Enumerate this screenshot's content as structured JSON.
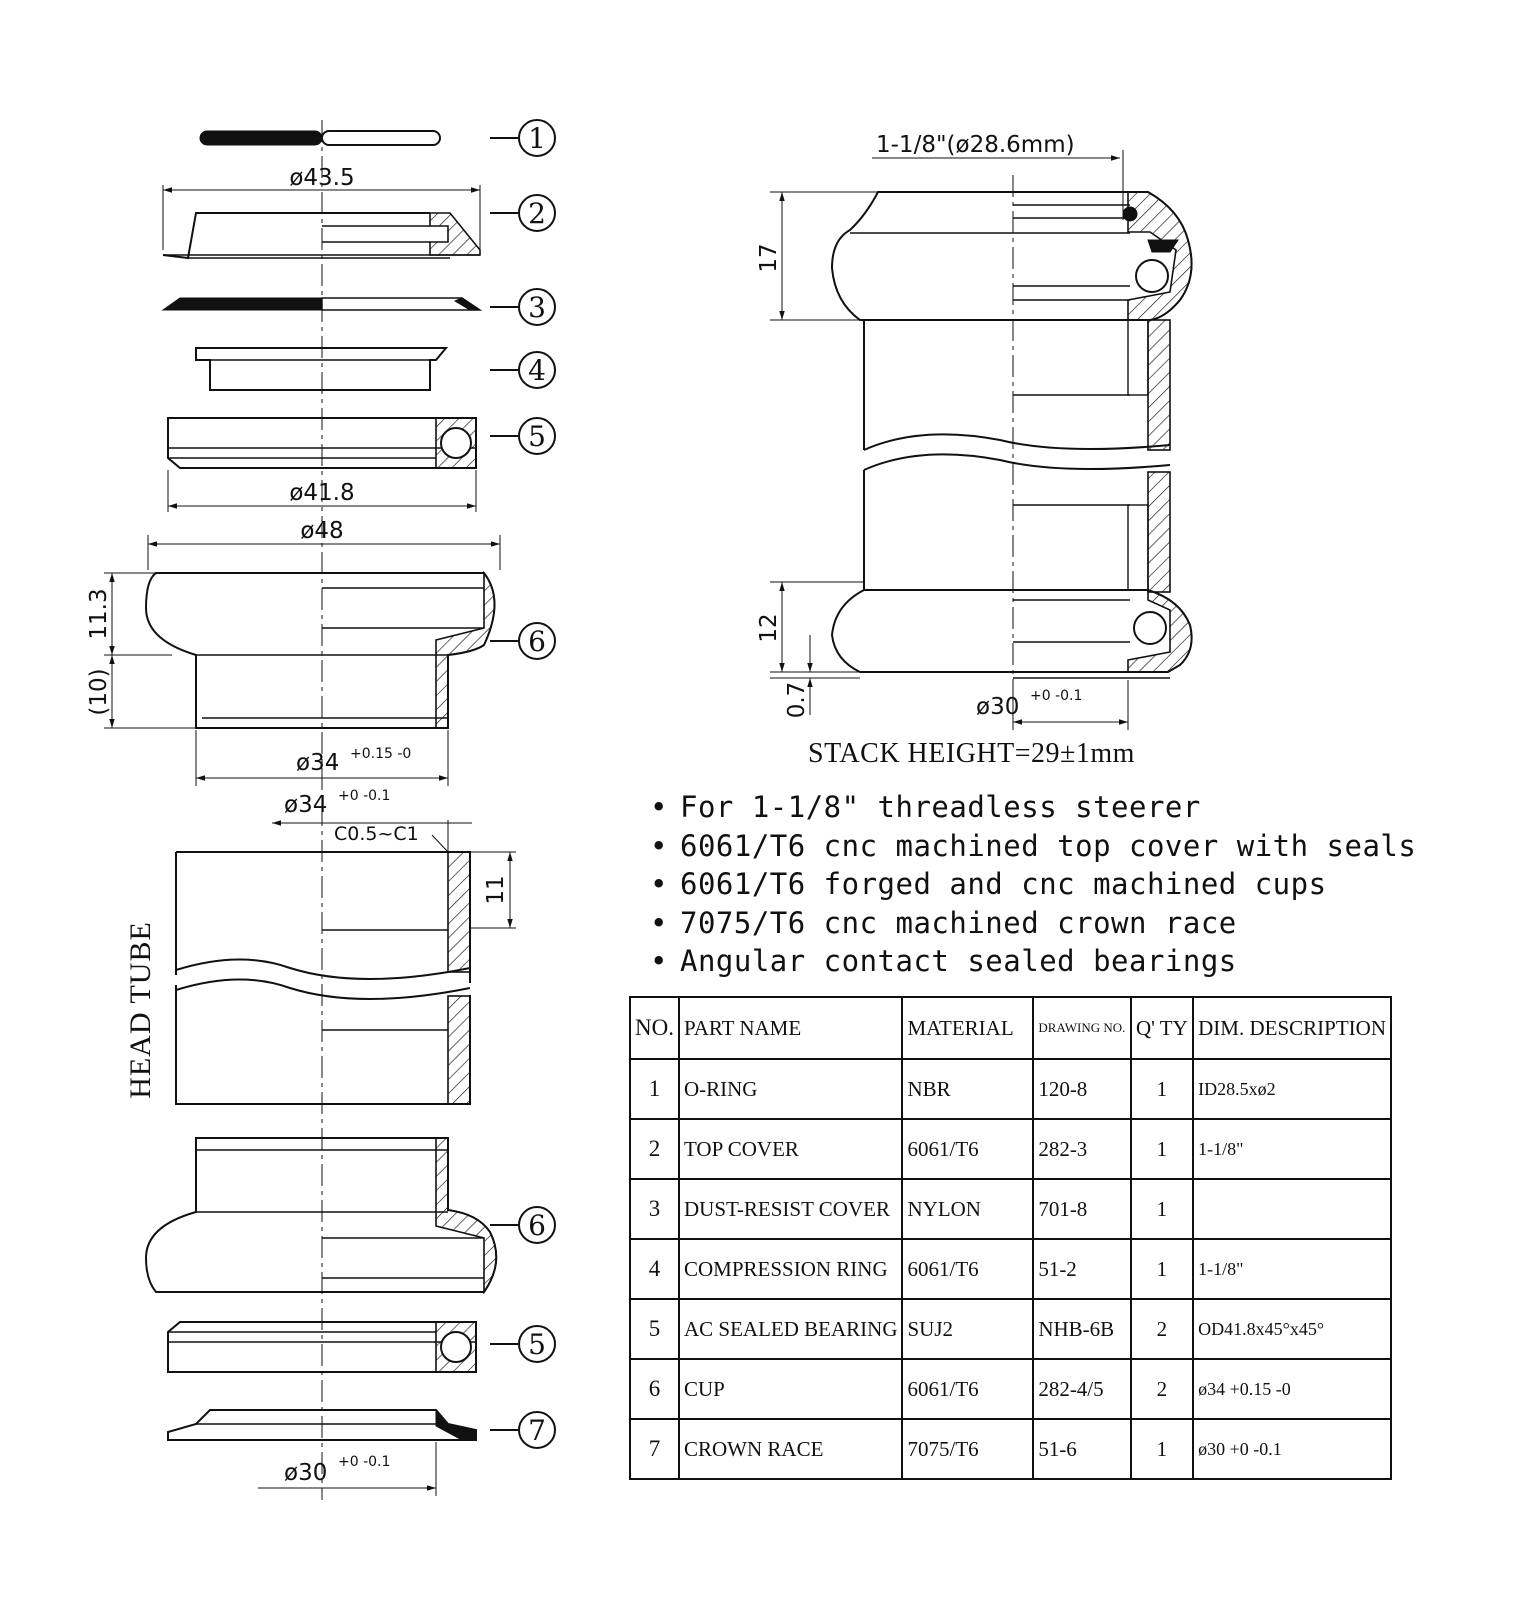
{
  "drawing": {
    "callouts": [
      "1",
      "2",
      "3",
      "4",
      "5",
      "6",
      "6",
      "5",
      "7"
    ],
    "dimensions": {
      "top_cover_dia": "ø43.5",
      "bearing_dia": "ø41.8",
      "cup_outer_dia": "ø48",
      "cup_height": "11.3",
      "cup_insert_depth": "(10)",
      "cup_press_dia": "ø34",
      "cup_press_tol": "+0.15 -0",
      "head_tube_bore_dia": "ø34",
      "head_tube_bore_tol": "+0 -0.1",
      "chamfer": "C0.5~C1",
      "head_tube_depth": "11",
      "crown_race_dia": "ø30",
      "crown_race_tol": "+0 -0.1",
      "steerer_dia": "1-1/8\"(ø28.6mm)",
      "upper_stack": "17",
      "lower_stack": "12",
      "crown_race_stack": "0.7",
      "assembly_crown_race_dia": "ø30",
      "assembly_crown_race_tol": "+0 -0.1"
    },
    "head_tube_label": "HEAD TUBE",
    "stack_height": "STACK HEIGHT=29±1mm"
  },
  "features": [
    "For 1-1/8\" threadless steerer",
    "6061/T6 cnc machined top cover with seals",
    "6061/T6 forged and cnc machined cups",
    "7075/T6 cnc machined crown race",
    "Angular contact sealed bearings"
  ],
  "table": {
    "headers": {
      "no": "NO.",
      "part_name": "PART NAME",
      "material": "MATERIAL",
      "drawing_no": "DRAWING NO.",
      "qty": "Q' TY",
      "dim_description": "DIM. DESCRIPTION"
    },
    "rows": [
      {
        "no": "1",
        "part_name": "O-RING",
        "material": "NBR",
        "drawing_no": "120-8",
        "qty": "1",
        "dim_description": "ID28.5xø2"
      },
      {
        "no": "2",
        "part_name": "TOP COVER",
        "material": "6061/T6",
        "drawing_no": "282-3",
        "qty": "1",
        "dim_description": "1-1/8\""
      },
      {
        "no": "3",
        "part_name": "DUST-RESIST COVER",
        "material": "NYLON",
        "drawing_no": "701-8",
        "qty": "1",
        "dim_description": ""
      },
      {
        "no": "4",
        "part_name": "COMPRESSION RING",
        "material": "6061/T6",
        "drawing_no": "51-2",
        "qty": "1",
        "dim_description": "1-1/8\""
      },
      {
        "no": "5",
        "part_name": "AC SEALED BEARING",
        "material": "SUJ2",
        "drawing_no": "NHB-6B",
        "qty": "2",
        "dim_description": "OD41.8x45°x45°"
      },
      {
        "no": "6",
        "part_name": "CUP",
        "material": "6061/T6",
        "drawing_no": "282-4/5",
        "qty": "2",
        "dim_description": "ø34 +0.15 -0"
      },
      {
        "no": "7",
        "part_name": "CROWN RACE",
        "material": "7075/T6",
        "drawing_no": "51-6",
        "qty": "1",
        "dim_description": "ø30 +0 -0.1"
      }
    ]
  }
}
